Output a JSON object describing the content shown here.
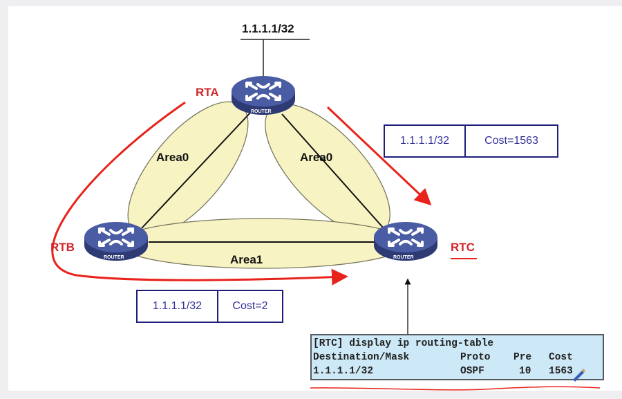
{
  "title_prefix": "1.1.1.1/32",
  "routers": {
    "rta": {
      "name": "RTA",
      "badge": "ROUTER"
    },
    "rtb": {
      "name": "RTB",
      "badge": "ROUTER"
    },
    "rtc": {
      "name": "RTC",
      "badge": "ROUTER"
    }
  },
  "areas": {
    "rta_rtb": "Area0",
    "rta_rtc": "Area0",
    "rtb_rtc": "Area1"
  },
  "paths": {
    "via_rta": {
      "prefix": "1.1.1.1/32",
      "cost": "Cost=1563"
    },
    "via_rtb": {
      "prefix": "1.1.1.1/32",
      "cost": "Cost=2"
    }
  },
  "terminal": {
    "command": "[RTC] display ip routing-table",
    "headers": {
      "destination": "Destination/Mask",
      "proto": "Proto",
      "pre": "Pre",
      "cost": "Cost"
    },
    "rows": [
      {
        "destination": "1.1.1.1/32",
        "proto": "OSPF",
        "pre": "10",
        "cost": "1563"
      }
    ]
  },
  "colors": {
    "annotation_red": "#e8231b",
    "area_fill": "#f8f3c3",
    "router_blue": "#3b4c8c",
    "box_border": "#1e1e7a",
    "terminal_bg": "#cde8f6"
  }
}
